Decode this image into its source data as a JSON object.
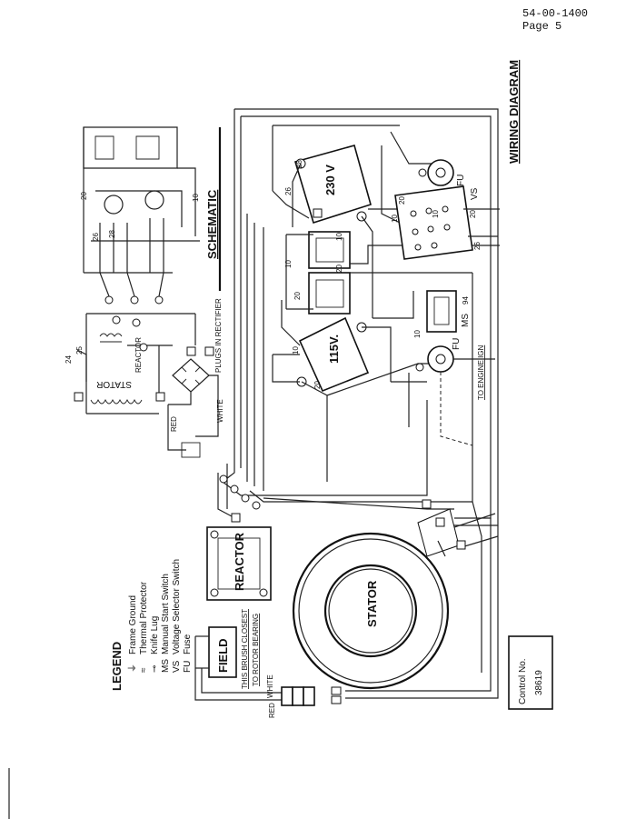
{
  "header": {
    "doc_number": "54-00-1400",
    "page": "Page 5"
  },
  "titles": {
    "wiring_diagram": "WIRING DIAGRAM",
    "schematic": "SCHEMATIC"
  },
  "components": {
    "stator_main": "STATOR",
    "reactor_main": "REACTOR",
    "transformer_230": "230 V",
    "transformer_115": "115V.",
    "field": "FIELD",
    "stator_schematic": "STATOR",
    "reactor_schematic": "REACTOR",
    "fuse_top": "FU",
    "fuse_bottom": "FU",
    "vs_label": "VS",
    "ms_label": "MS"
  },
  "annotations": {
    "to_engine_ign": "TO ENGINE IGN",
    "brush_note_1": "THIS BRUSH CLOSEST",
    "brush_note_2": "TO ROTOR BEARING",
    "plug_rectifier": "PLUGS IN RECTIFIER",
    "wire_red": "RED",
    "wire_white": "WHITE",
    "wire_white_sch": "WHITE",
    "wire_red_sch": "RED"
  },
  "wire_numbers": {
    "w26_a": "26",
    "w28_a": "28",
    "w20_a": "20",
    "w10_a": "10",
    "w10_b": "10",
    "w20_b": "20",
    "w10_c": "10",
    "w20_c": "20",
    "w10_d": "10",
    "w94": "94",
    "w26_b": "26",
    "w20_d": "20",
    "w10_e": "10",
    "w20_s": "20",
    "w10_s": "10",
    "w26_s": "26",
    "w28_s": "28",
    "w20_s2": "20",
    "w10_s2": "10",
    "w24": "24",
    "w25": "25"
  },
  "legend": {
    "title": "LEGEND",
    "items": [
      {
        "symbol": "⏚",
        "label": "Frame Ground"
      },
      {
        "symbol": "≈",
        "label": "Thermal Protector"
      },
      {
        "symbol": "⊸",
        "label": "Knife Lug"
      },
      {
        "symbol": "MS",
        "label": "Manual Start Switch"
      },
      {
        "symbol": "VS",
        "label": "Voltage Selector Switch"
      },
      {
        "symbol": "FU",
        "label": "Fuse"
      }
    ]
  },
  "control": {
    "label": "Control No.",
    "number": "38619"
  }
}
